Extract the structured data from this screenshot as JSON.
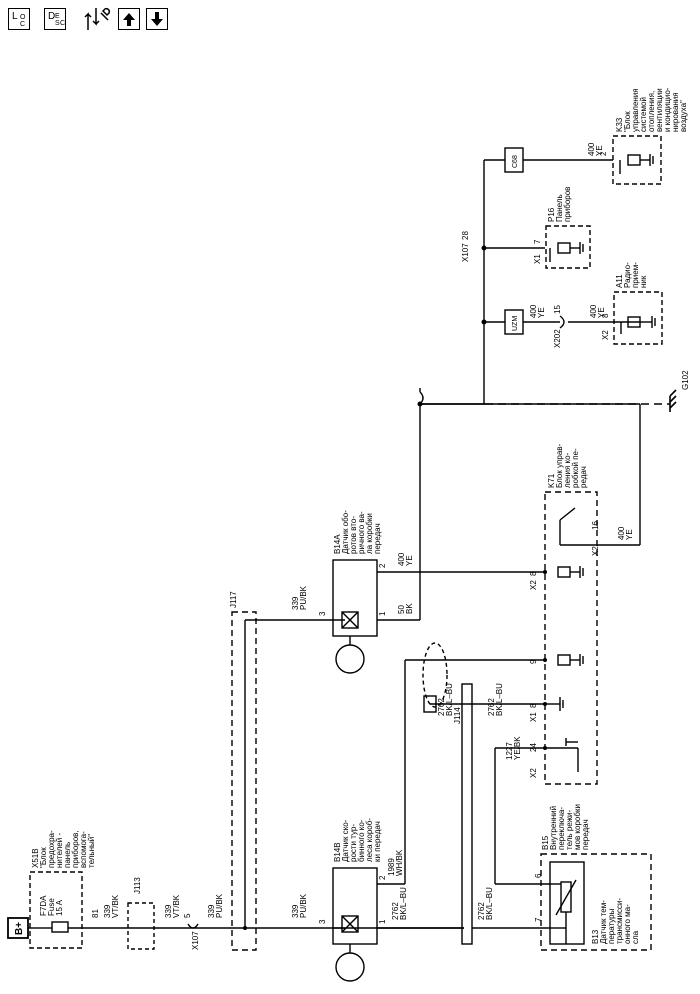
{
  "toolbar": {
    "loc": {
      "letter": "L",
      "sub1": "O",
      "sub2": "C"
    },
    "desc": {
      "letter": "D",
      "sub1": "E",
      "sub2": "S",
      "sub3": "C"
    }
  },
  "power": {
    "label": "B+"
  },
  "fusebox": {
    "id": "X51B",
    "name_lines": [
      "\"Блок",
      "предохра-",
      "нителей -",
      "панель",
      "приборов,",
      "вспомога-",
      "тельный\""
    ],
    "fuse_id": "F7DA",
    "fuse_text": "Fuse",
    "fuse_rating": "15 A",
    "pin": "81"
  },
  "wires": {
    "w339_vt_1": [
      "339",
      "VT/BK"
    ],
    "w339_vt_2": [
      "339",
      "VT/BK"
    ],
    "w339_pu_1": [
      "339",
      "PU/BK"
    ],
    "w339_pu_2": [
      "339",
      "PU/BK"
    ],
    "w339_pu_3": [
      "339",
      "PU/BK"
    ],
    "w2762_1": [
      "2762",
      "BK/L–BU"
    ],
    "w2762_2": [
      "2762",
      "BK/L–BU"
    ],
    "w2762_3": [
      "2762",
      "BK/L–BU"
    ],
    "w2762_4": [
      "2762",
      "BK/L–BU"
    ],
    "w1989": [
      "1989",
      "WH/BK"
    ],
    "w50": [
      "50",
      "BK"
    ],
    "w400_1": [
      "400",
      "YE"
    ],
    "w400_2": [
      "400",
      "YE"
    ],
    "w400_3": [
      "400",
      "YE"
    ],
    "w400_4": [
      "400",
      "YE"
    ],
    "w1227": [
      "1227",
      "YE/BK"
    ]
  },
  "splices": {
    "j113": "J113",
    "j117": "J117",
    "j114": "J114"
  },
  "connectors": {
    "x107_a": "X107",
    "x107_a_pin": "5",
    "x107_b": "X107",
    "x107_b_pin": "28",
    "x202": "X202",
    "x202_pin": "15",
    "uzm": "UZM",
    "c68": "C68"
  },
  "sensor_b14b": {
    "id": "B14B",
    "name_lines": [
      "Датчик ско-",
      "рости тур-",
      "бинного ко-",
      "леса короб-",
      "ки передач"
    ],
    "pin_a": "3",
    "pin_b": "1",
    "pin_c": "2"
  },
  "sensor_b14a": {
    "id": "B14A",
    "name_lines": [
      "Датчик обо-",
      "ротов вто-",
      "ричного ва-",
      "ла коробки",
      "передач"
    ],
    "pin_a": "3",
    "pin_b": "1",
    "pin_c": "2"
  },
  "module_k71": {
    "id": "K71",
    "name_lines": [
      "Блок управ-",
      "ления ко-",
      "робкой пе-",
      "редач"
    ],
    "pins": [
      {
        "conn": "X2",
        "pin": "24"
      },
      {
        "conn": "X1",
        "pin": "8"
      },
      {
        "conn": "",
        "pin": "9"
      },
      {
        "conn": "X2",
        "pin": "8"
      },
      {
        "conn": "X2",
        "pin": "16"
      }
    ]
  },
  "b15": {
    "id": "B15",
    "name_lines": [
      "Внутренний",
      "переключа-",
      "тель режи-",
      "мов коробки",
      "передач"
    ],
    "pin_6": "6",
    "pin_7": "7"
  },
  "b13": {
    "id": "B13",
    "name_lines": [
      "Датчик тем-",
      "пературы",
      "трансмисси-",
      "онного ма-",
      "сла"
    ]
  },
  "a11": {
    "id": "A11",
    "name_lines": [
      "Радио-",
      "прием-",
      "ник"
    ],
    "conn": "X2",
    "pin": "8"
  },
  "p16": {
    "id": "P16",
    "name_lines": [
      "Панель",
      "приборов"
    ],
    "conn": "X1",
    "pin": "7"
  },
  "k33": {
    "id": "K33",
    "name_lines": [
      "\"Блок",
      "управления",
      "системой",
      "отопления,",
      "вентиляции",
      "и кондицио-",
      "нирования",
      "воздуха\""
    ],
    "pin": "2"
  },
  "ground": {
    "id": "G102"
  }
}
